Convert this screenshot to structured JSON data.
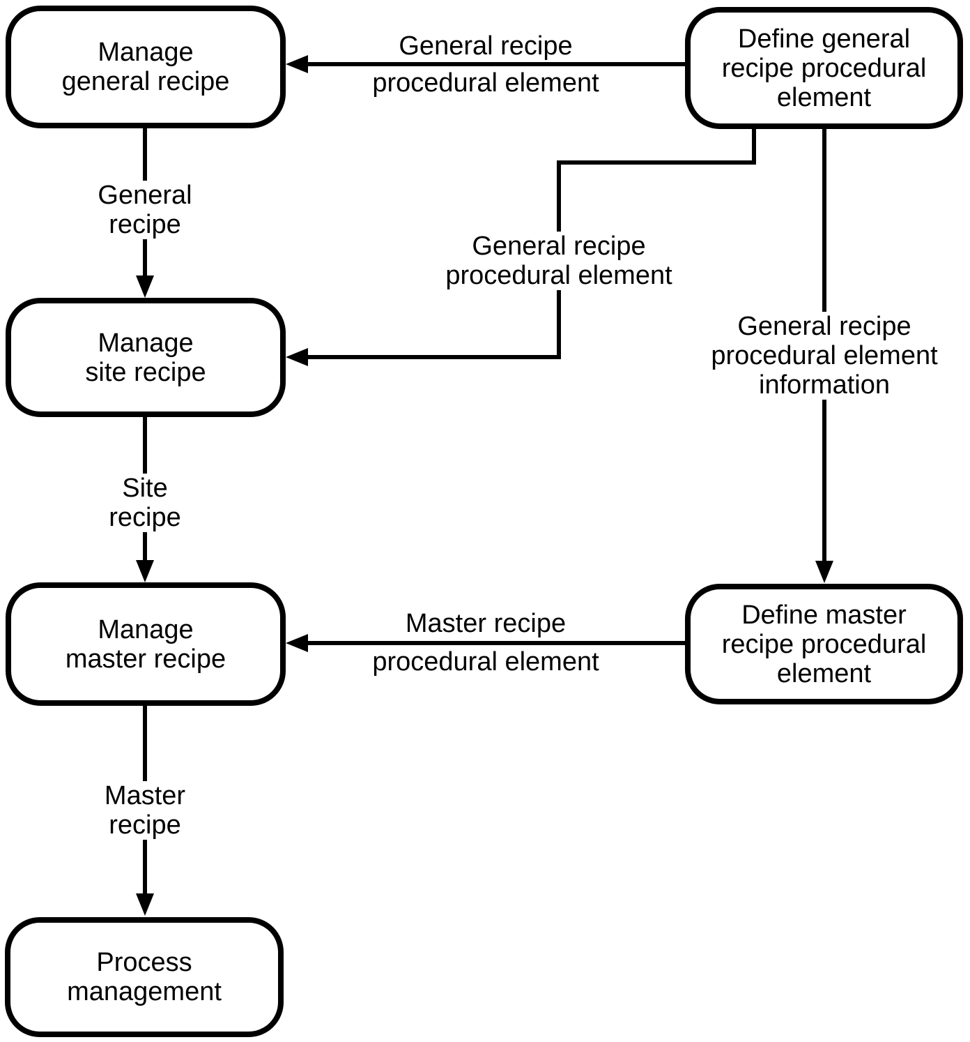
{
  "diagram": {
    "colors": {
      "line": "#000000",
      "background": "#ffffff"
    },
    "nodes": {
      "manage_general_recipe": "Manage\ngeneral recipe",
      "manage_site_recipe": "Manage\nsite recipe",
      "manage_master_recipe": "Manage\nmaster recipe",
      "process_management": "Process\nmanagement",
      "define_general_recipe_procedural_element": "Define general\nrecipe procedural\nelement",
      "define_master_recipe_procedural_element": "Define master\nrecipe procedural\nelement"
    },
    "edge_labels": {
      "general_recipe_pe_top_line1": "General recipe",
      "general_recipe_pe_top_line2": "procedural element",
      "general_recipe": "General\nrecipe",
      "general_recipe_pe_mid": "General recipe\nprocedural element",
      "general_recipe_pe_information": "General recipe\nprocedural element\ninformation",
      "site_recipe": "Site\nrecipe",
      "master_recipe_pe_line1": "Master recipe",
      "master_recipe_pe_line2": "procedural element",
      "master_recipe": "Master\nrecipe"
    }
  }
}
